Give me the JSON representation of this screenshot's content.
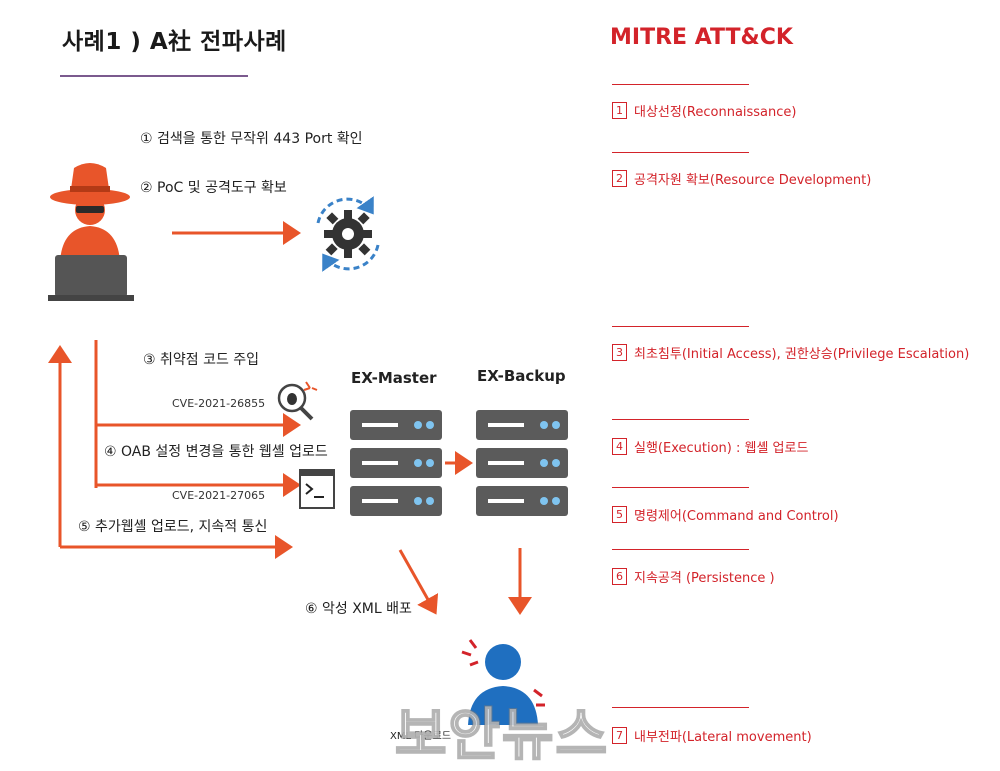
{
  "title": "사례1 ) A社 전파사례",
  "mitre_title": "MITRE ATT&CK",
  "steps": [
    "① 검색을 통한 무작위 443 Port 확인",
    "② PoC 및 공격도구 확보",
    "③  취약점 코드 주입",
    "④  OAB 설정 변경을 통한 웹셸 업로드",
    "⑤ 추가웹셸 업로드, 지속적 통신",
    "⑥ 악성 XML 배포"
  ],
  "cves": [
    "CVE-2021-26855",
    "CVE-2021-27065"
  ],
  "servers": {
    "master": "EX-Master",
    "backup": "EX-Backup"
  },
  "victim_label": "XML 다운로드",
  "watermark": "보안뉴스",
  "mitre_items": [
    {
      "num": "1",
      "label": "대상선정(Reconnaissance)"
    },
    {
      "num": "2",
      "label": "공격자원 확보(Resource  Development)"
    },
    {
      "num": "3",
      "label": "최초침투(Initial Access),  권한상승(Privilege  Escalation)"
    },
    {
      "num": "4",
      "label": "실행(Execution) : 웹셸 업로드"
    },
    {
      "num": "5",
      "label": "명령제어(Command  and Control)"
    },
    {
      "num": "6",
      "label": "지속공격  (Persistence  )"
    },
    {
      "num": "7",
      "label": "내부전파(Lateral  movement)"
    }
  ],
  "colors": {
    "accent": "#d3232a",
    "arrow": "#e8552a",
    "server": "#5b5b5b",
    "hacker": "#e8552a",
    "victim": "#1f6fc0"
  }
}
